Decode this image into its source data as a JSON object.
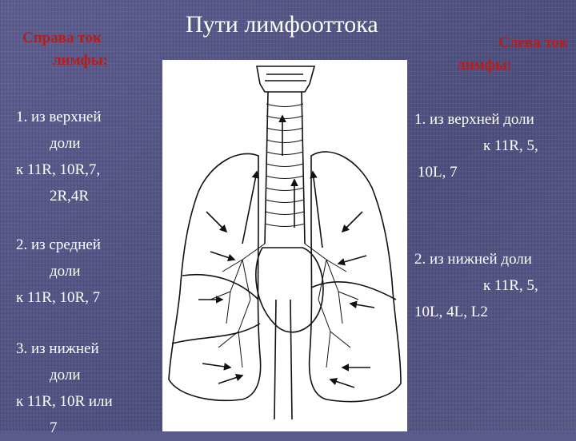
{
  "title": "Пути лимфооттока",
  "right_side": {
    "header": "Справа ток лимфы:",
    "header_lines": [
      "Справа ток",
      "лимфы:"
    ],
    "items": [
      {
        "lines": [
          "1. из верхней",
          "доли",
          "к 11R, 10R,7,",
          "2R,4R"
        ]
      },
      {
        "lines": [
          "2. из средней",
          "доли",
          "к 11R, 10R, 7"
        ]
      },
      {
        "lines": [
          "3. из нижней",
          "доли",
          "к 11R, 10R или",
          "7"
        ]
      }
    ]
  },
  "left_side": {
    "header": "Слева ток лимфы:",
    "header_lines": [
      "Слева ток",
      "лимфы:"
    ],
    "items": [
      {
        "lines": [
          "1. из верхней доли",
          "к 11R, 5,",
          "10L, 7"
        ]
      },
      {
        "lines": [
          "2. из нижней доли",
          "к 11R, 5,",
          "10L, 4L, L2"
        ]
      }
    ]
  },
  "colors": {
    "background": "#5a5a8c",
    "header": "#b02020",
    "text": "#ffffff"
  }
}
